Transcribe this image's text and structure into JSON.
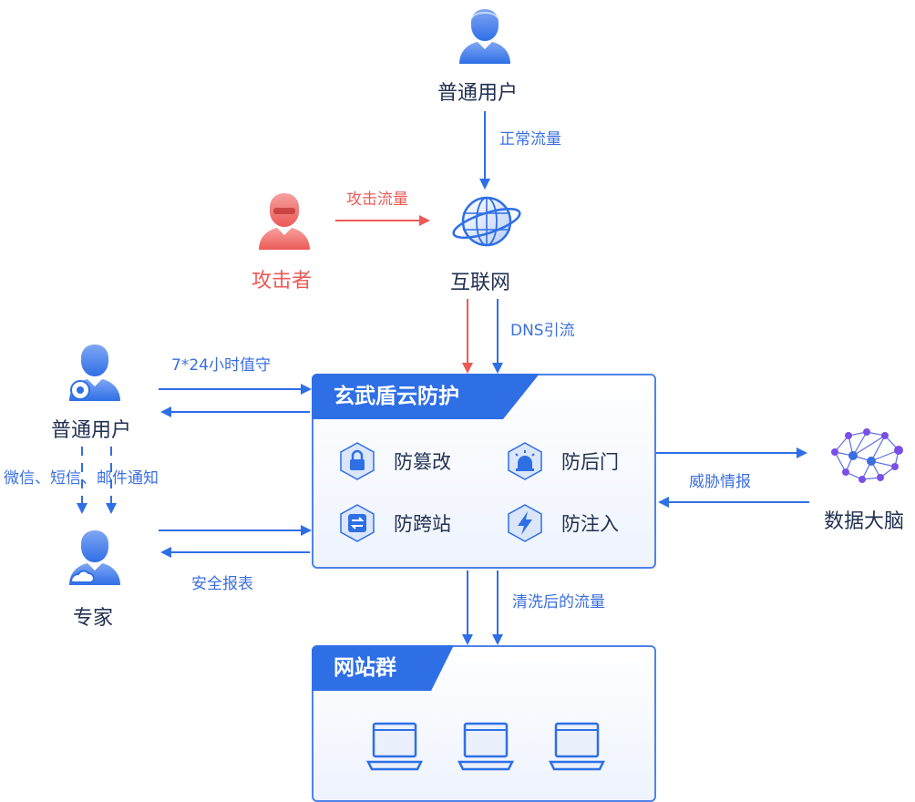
{
  "nodes": {
    "top_user": "普通用户",
    "attacker": "攻击者",
    "internet": "互联网",
    "left_user": "普通用户",
    "expert": "专家",
    "brain": "数据大脑"
  },
  "flows": {
    "normal_traffic": "正常流量",
    "attack_traffic": "攻击流量",
    "dns": "DNS引流",
    "monitor": "7*24小时值守",
    "notify": "微信、短信、邮件通知",
    "report": "安全报表",
    "threat_intel": "威胁情报",
    "cleaned": "清洗后的流量"
  },
  "protection": {
    "title": "玄武盾云防护",
    "features": [
      "防篡改",
      "防后门",
      "防跨站",
      "防注入"
    ]
  },
  "sites": {
    "title": "网站群",
    "count": 3
  },
  "colors": {
    "blue": "#2f6fe6",
    "red": "#ec5a57",
    "text": "#223052"
  }
}
